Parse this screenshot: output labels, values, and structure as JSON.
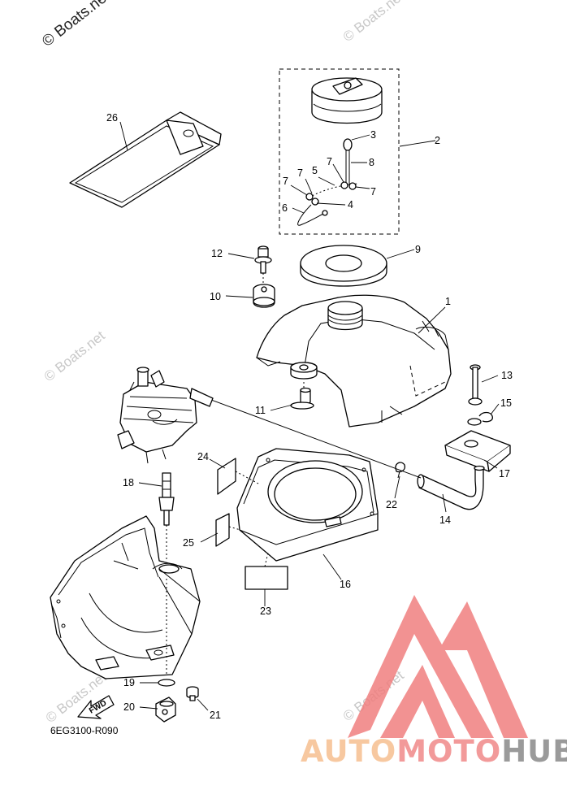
{
  "watermark": {
    "main": "© Boats.net",
    "repeat": "© Boats.net"
  },
  "diagram_code": "6EG3100-R090",
  "fwd_label": "FWD",
  "brand": {
    "part1": "AUTO",
    "part2": "MOTO",
    "part3": "HUB",
    "color1": "#f7c8a0",
    "color2": "#f29a9a",
    "color3": "#9a9a9a",
    "logo_color": "#f07f7f"
  },
  "callouts": {
    "n1": "1",
    "n2": "2",
    "n3": "3",
    "n4": "4",
    "n5": "5",
    "n6": "6",
    "n7a": "7",
    "n7b": "7",
    "n7c": "7",
    "n7d": "7",
    "n8": "8",
    "n9": "9",
    "n10": "10",
    "n11": "11",
    "n12": "12",
    "n13": "13",
    "n14": "14",
    "n15": "15",
    "n16": "16",
    "n17": "17",
    "n18": "18",
    "n19": "19",
    "n20": "20",
    "n21": "21",
    "n22": "22",
    "n23": "23",
    "n24": "24",
    "n25": "25",
    "n26": "26"
  }
}
